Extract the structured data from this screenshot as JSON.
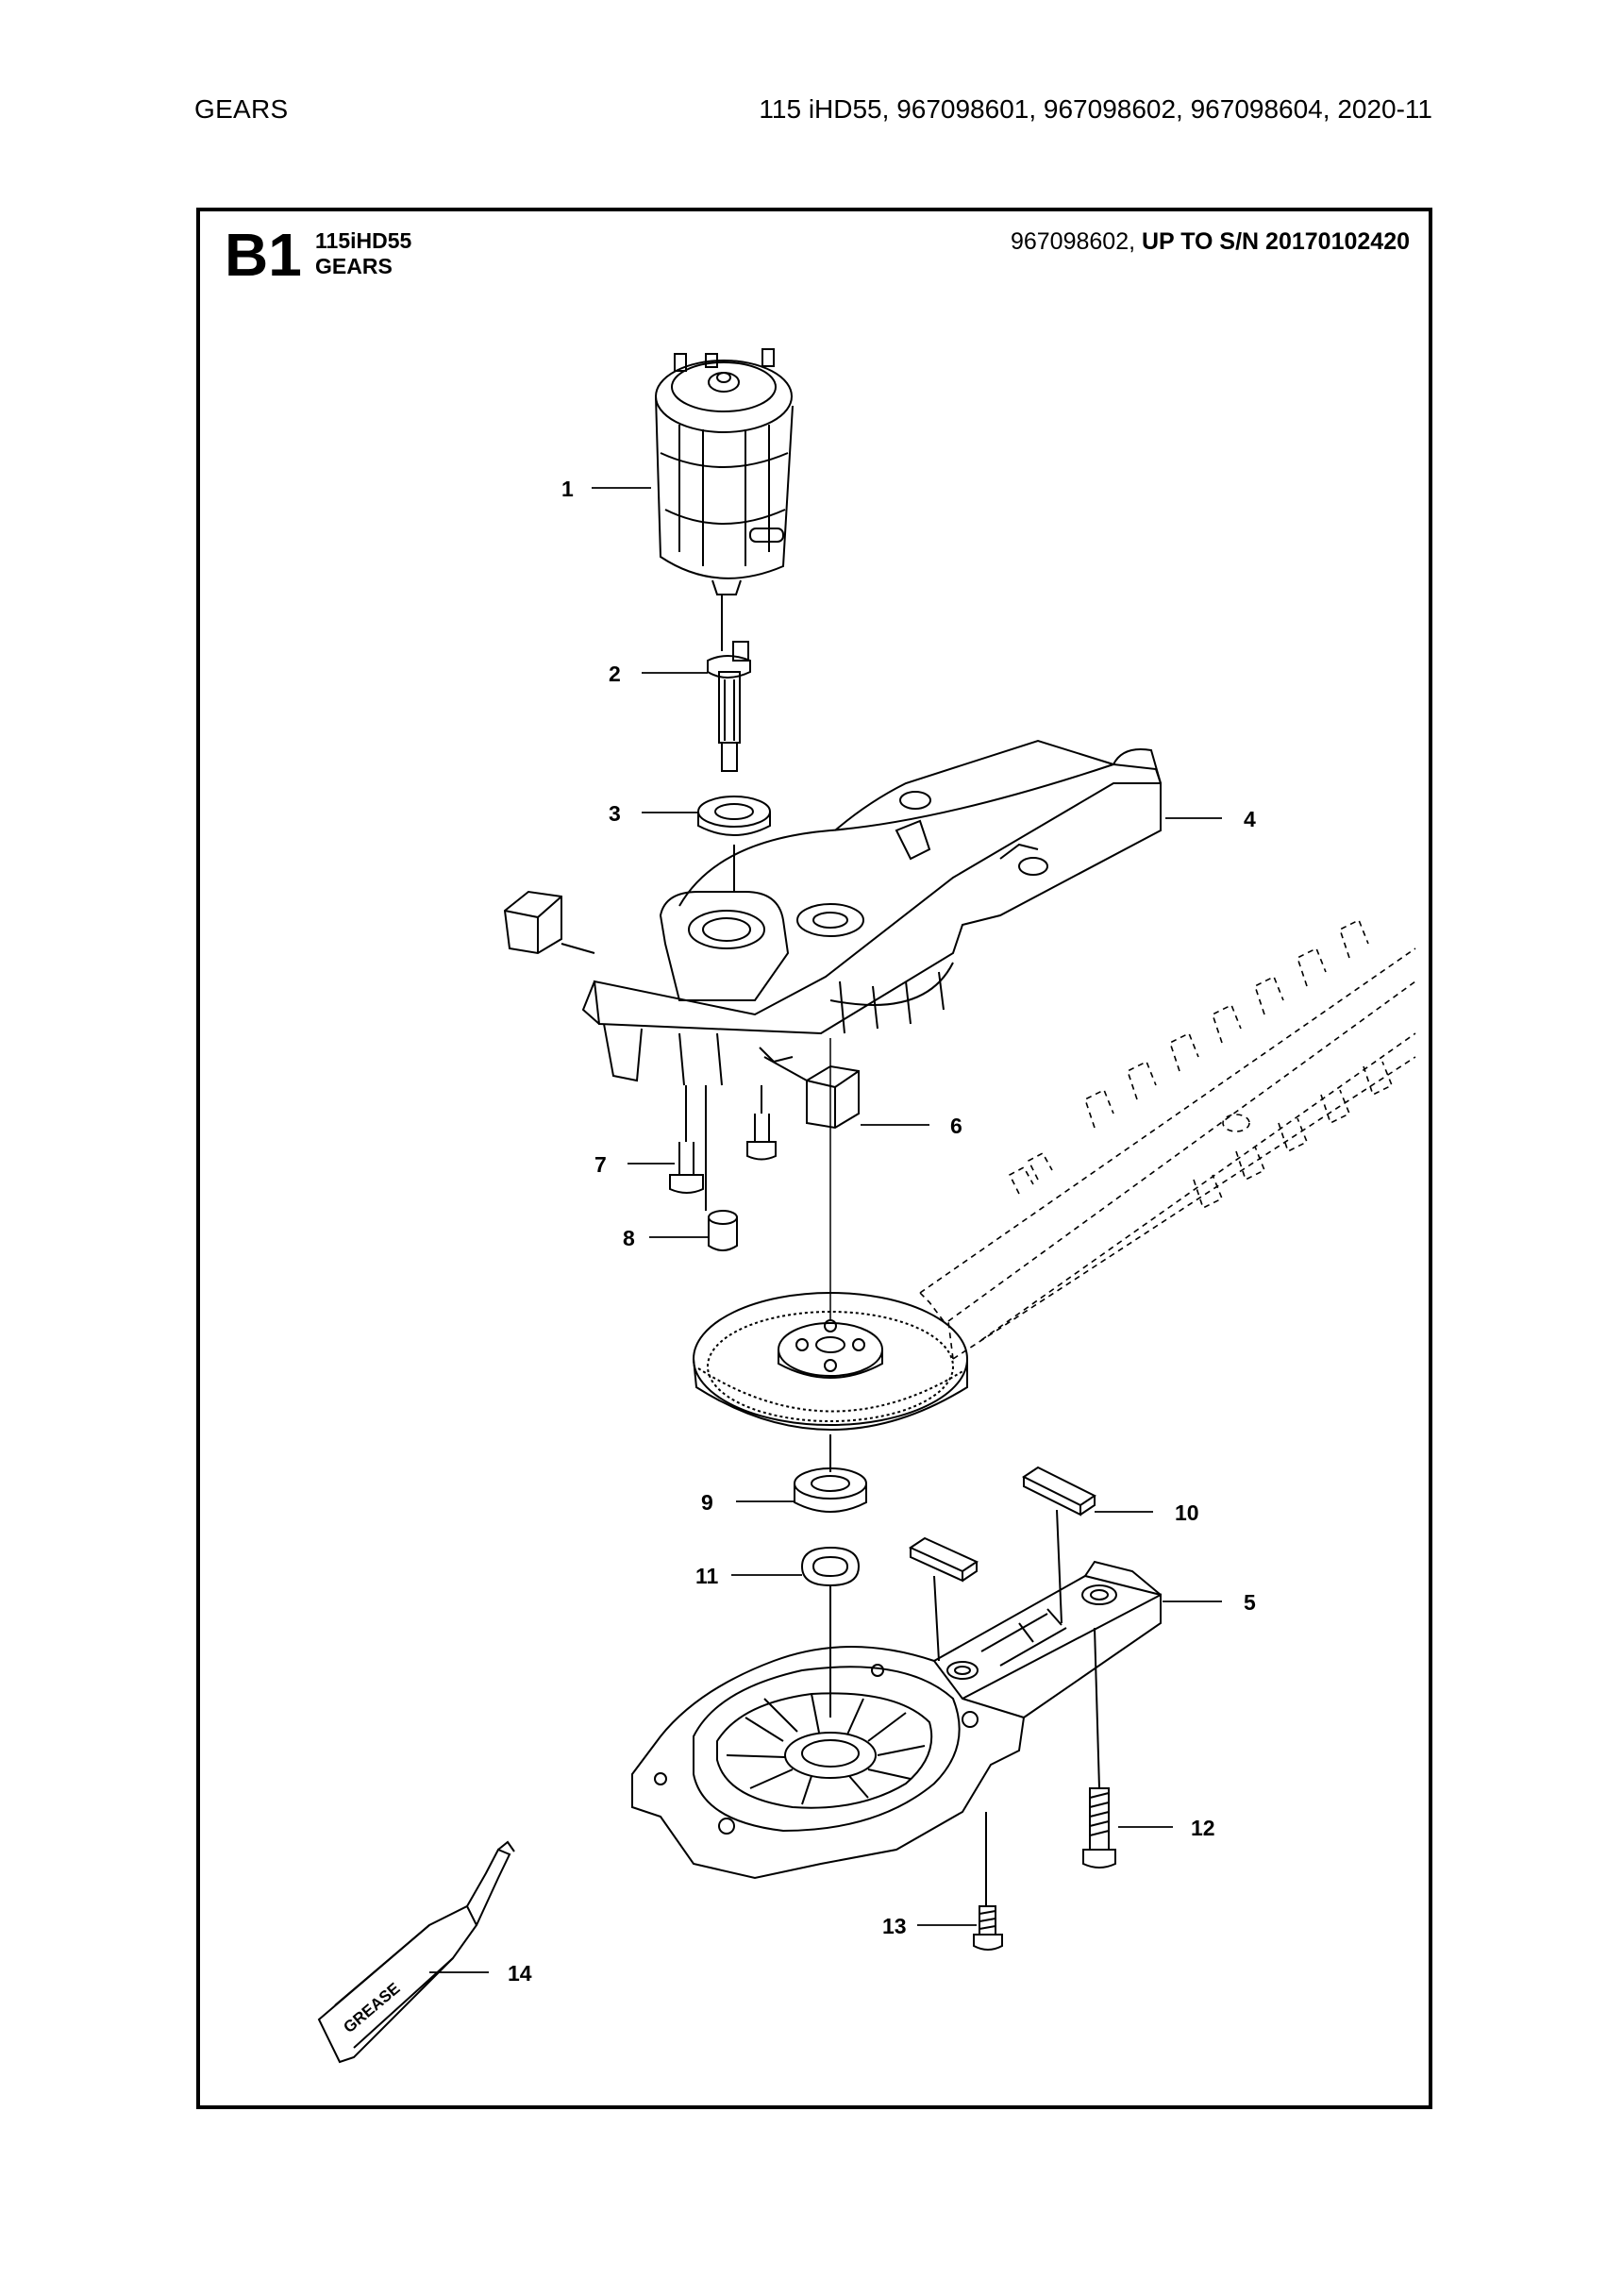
{
  "page_header": {
    "section": "GEARS",
    "model_info": "115 iHD55, 967098601, 967098602, 967098604, 2020-11"
  },
  "frame": {
    "code": "B1",
    "model": "115iHD55",
    "title": "GEARS",
    "serial_prefix": "967098602, ",
    "serial_bold": "UP TO S/N 20170102420"
  },
  "parts": [
    {
      "num": "1"
    },
    {
      "num": "2"
    },
    {
      "num": "3"
    },
    {
      "num": "4"
    },
    {
      "num": "5"
    },
    {
      "num": "6"
    },
    {
      "num": "7"
    },
    {
      "num": "8"
    },
    {
      "num": "9"
    },
    {
      "num": "10"
    },
    {
      "num": "11"
    },
    {
      "num": "12"
    },
    {
      "num": "13"
    },
    {
      "num": "14"
    }
  ],
  "grease_label": "GREASE"
}
